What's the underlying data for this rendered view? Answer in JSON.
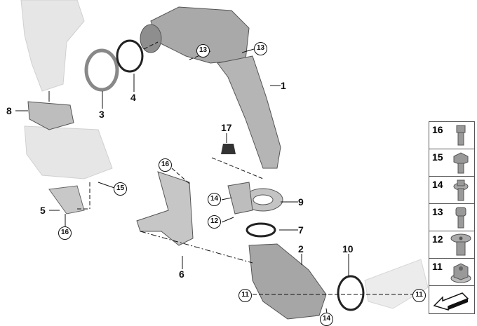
{
  "callouts": {
    "p1": "1",
    "p2": "2",
    "p3": "3",
    "p4": "4",
    "p5": "5",
    "p6": "6",
    "p7": "7",
    "p8": "8",
    "p9": "9",
    "p10": "10",
    "p17": "17",
    "c13a": "13",
    "c13b": "13",
    "c16a": "16",
    "c16b": "16",
    "c15": "15",
    "c14a": "14",
    "c14b": "14",
    "c12": "12",
    "c11a": "11",
    "c11b": "11"
  },
  "legend": {
    "items": [
      {
        "number": "16",
        "icon": "torx-bolt-icon"
      },
      {
        "number": "15",
        "icon": "hex-flange-bolt-icon"
      },
      {
        "number": "14",
        "icon": "torx-flange-bolt-icon"
      },
      {
        "number": "13",
        "icon": "socket-cap-screw-icon"
      },
      {
        "number": "12",
        "icon": "countersunk-screw-icon"
      },
      {
        "number": "11",
        "icon": "flange-nut-icon"
      }
    ],
    "footer_icon": "direction-arrow-icon"
  },
  "colors": {
    "part": "#a9a9a9",
    "ghost": "#e4e4e4",
    "line": "#111111"
  }
}
